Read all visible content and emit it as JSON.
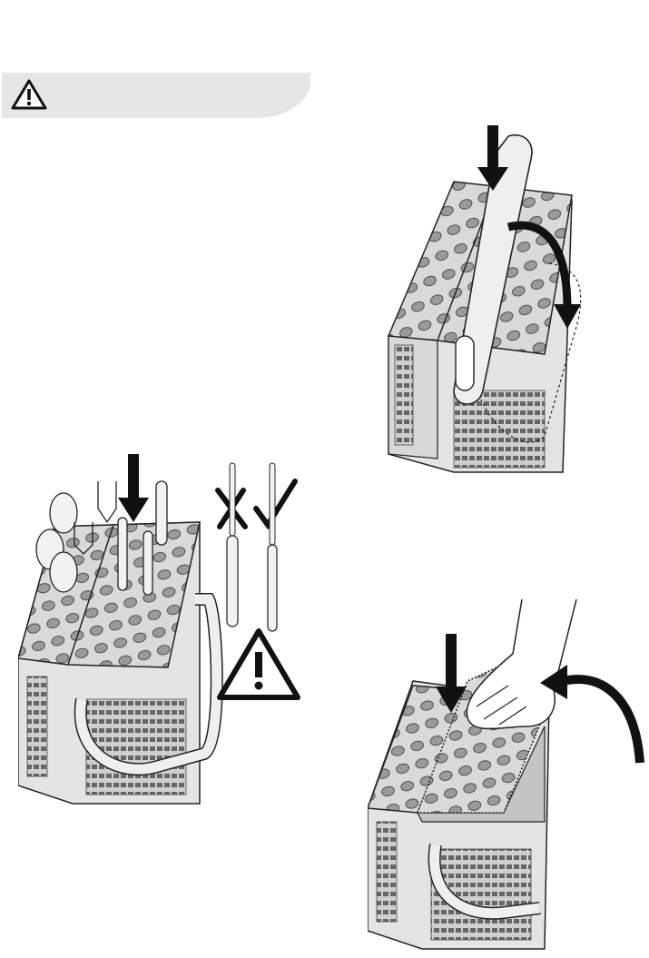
{
  "warning_banner": {
    "icon": "warning-triangle-icon",
    "background": "#e6e6e6"
  },
  "illustrations": [
    {
      "name": "basket-handle-fold",
      "arrows": [
        "down-arrow-icon",
        "curved-arrow-icon"
      ]
    },
    {
      "name": "cutlery-loading",
      "symbols": [
        "wrong-cross-icon",
        "correct-check-icon",
        "warning-triangle-icon"
      ]
    },
    {
      "name": "lid-closing",
      "arrows": [
        "down-arrow-icon",
        "curved-arrow-icon"
      ]
    }
  ],
  "colors": {
    "line": "#1a1a1a",
    "basket_fill": "#d9d9d9",
    "hole_fill": "#9a9a9a",
    "handle_fill": "#efefef"
  }
}
